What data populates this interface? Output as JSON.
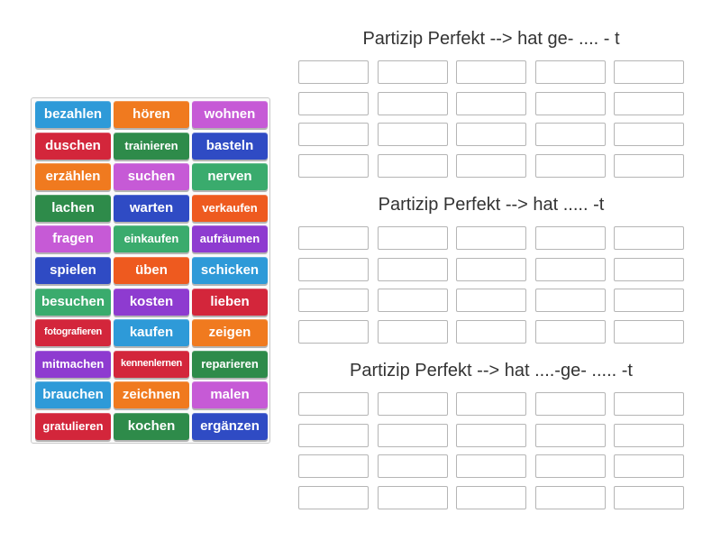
{
  "tiles": [
    {
      "label": "bezahlen",
      "color": "#2e9ad8"
    },
    {
      "label": "hören",
      "color": "#f07a1f"
    },
    {
      "label": "wohnen",
      "color": "#c65ad6"
    },
    {
      "label": "duschen",
      "color": "#d3263b"
    },
    {
      "label": "trainieren",
      "color": "#2e8b4a"
    },
    {
      "label": "basteln",
      "color": "#2f4bc4"
    },
    {
      "label": "erzählen",
      "color": "#f07a1f"
    },
    {
      "label": "suchen",
      "color": "#c65ad6"
    },
    {
      "label": "nerven",
      "color": "#3aab6d"
    },
    {
      "label": "lachen",
      "color": "#2e8b4a"
    },
    {
      "label": "warten",
      "color": "#2f4bc4"
    },
    {
      "label": "verkaufen",
      "color": "#ee5a1f"
    },
    {
      "label": "fragen",
      "color": "#c65ad6"
    },
    {
      "label": "einkaufen",
      "color": "#3aab6d"
    },
    {
      "label": "aufräumen",
      "color": "#8e3bd0"
    },
    {
      "label": "spielen",
      "color": "#2f4bc4"
    },
    {
      "label": "üben",
      "color": "#ee5a1f"
    },
    {
      "label": "schicken",
      "color": "#2e9ad8"
    },
    {
      "label": "besuchen",
      "color": "#3aab6d"
    },
    {
      "label": "kosten",
      "color": "#8e3bd0"
    },
    {
      "label": "lieben",
      "color": "#d3263b"
    },
    {
      "label": "fotografieren",
      "color": "#d3263b"
    },
    {
      "label": "kaufen",
      "color": "#2e9ad8"
    },
    {
      "label": "zeigen",
      "color": "#f07a1f"
    },
    {
      "label": "mitmachen",
      "color": "#8e3bd0"
    },
    {
      "label": "kennenlernen",
      "color": "#d3263b"
    },
    {
      "label": "reparieren",
      "color": "#2e8b4a"
    },
    {
      "label": "brauchen",
      "color": "#2e9ad8"
    },
    {
      "label": "zeichnen",
      "color": "#f07a1f"
    },
    {
      "label": "malen",
      "color": "#c65ad6"
    },
    {
      "label": "gratulieren",
      "color": "#d3263b"
    },
    {
      "label": "kochen",
      "color": "#2e8b4a"
    },
    {
      "label": "ergänzen",
      "color": "#2f4bc4"
    }
  ],
  "groups": [
    {
      "title": "Partizip Perfekt --> hat ge- .... - t"
    },
    {
      "title": "Partizip Perfekt --> hat ..... -t"
    },
    {
      "title": "Partizip Perfekt --> hat ....-ge- ..... -t"
    }
  ]
}
